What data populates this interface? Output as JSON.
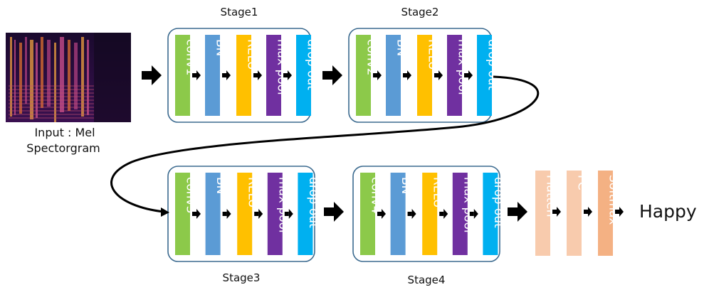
{
  "input": {
    "caption_line1": "Input : Mel",
    "caption_line2": "Spectorgram"
  },
  "stages": [
    {
      "label": "Stage1",
      "layers": [
        {
          "text": "conv1",
          "color": "#8cc94a"
        },
        {
          "text": "BN",
          "color": "#5b9bd5"
        },
        {
          "text": "RELU",
          "color": "#ffc000"
        },
        {
          "text": "max pool",
          "color": "#7030a0"
        },
        {
          "text": "drop out",
          "color": "#00b0f0"
        }
      ]
    },
    {
      "label": "Stage2",
      "layers": [
        {
          "text": "conv2",
          "color": "#8cc94a"
        },
        {
          "text": "BN",
          "color": "#5b9bd5"
        },
        {
          "text": "RELU",
          "color": "#ffc000"
        },
        {
          "text": "max pool",
          "color": "#7030a0"
        },
        {
          "text": "drop out",
          "color": "#00b0f0"
        }
      ]
    },
    {
      "label": "Stage3",
      "layers": [
        {
          "text": "conv3",
          "color": "#8cc94a"
        },
        {
          "text": "BN",
          "color": "#5b9bd5"
        },
        {
          "text": "RELU",
          "color": "#ffc000"
        },
        {
          "text": "max pool",
          "color": "#7030a0"
        },
        {
          "text": "drop out",
          "color": "#00b0f0"
        }
      ]
    },
    {
      "label": "Stage4",
      "layers": [
        {
          "text": "conv4",
          "color": "#8cc94a"
        },
        {
          "text": "BN",
          "color": "#5b9bd5"
        },
        {
          "text": "RELU",
          "color": "#ffc000"
        },
        {
          "text": "max pool",
          "color": "#7030a0"
        },
        {
          "text": "drop out",
          "color": "#00b0f0"
        }
      ]
    }
  ],
  "head_layers": [
    {
      "text": "Flatten",
      "color": "#f8cbad"
    },
    {
      "text": "FC",
      "color": "#f8cbad"
    },
    {
      "text": "Softmax",
      "color": "#f4b183"
    }
  ],
  "output": {
    "label": "Happy"
  },
  "colors": {
    "arrow": "#000000",
    "stage_border": "#3b6a8f"
  }
}
